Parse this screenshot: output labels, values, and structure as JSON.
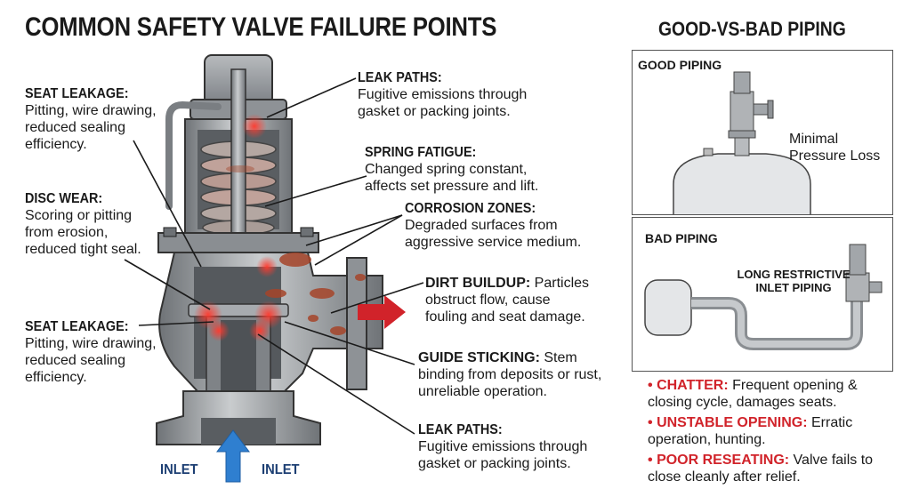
{
  "title": "COMMON SAFETY VALVE FAILURE POINTS",
  "labels": {
    "seat_leakage_top": {
      "heading": "SEAT LEAKAGE:",
      "desc": [
        "Pitting, wire drawing,",
        "reduced sealing",
        "efficiency."
      ]
    },
    "disc_wear": {
      "heading": "DISC WEAR:",
      "desc": [
        "Scoring or pitting",
        "from erosion,",
        "reduced tight seal."
      ]
    },
    "seat_leakage_bottom": {
      "heading": "SEAT LEAKAGE:",
      "desc": [
        "Pitting, wire drawing,",
        "reduced sealing",
        "efficiency."
      ]
    },
    "leak_paths_top": {
      "heading": "LEAK PATHS:",
      "desc": [
        "Fugitive emissions through",
        "gasket or packing joints."
      ]
    },
    "spring_fatigue": {
      "heading": "SPRING FATIGUE:",
      "desc": [
        "Changed spring constant,",
        "affects set pressure and lift."
      ]
    },
    "corrosion_zones": {
      "heading": "CORROSION ZONES:",
      "desc": [
        "Degraded surfaces from",
        "aggressive service medium."
      ]
    },
    "dirt_buildup": {
      "heading": "DIRT BUILDUP:",
      "desc": [
        " Particles",
        "obstruct flow, cause",
        "fouling and seat damage."
      ]
    },
    "guide_sticking": {
      "heading": "GUIDE STICKING:",
      "desc": [
        " Stem",
        "binding from deposits or rust,",
        "unreliable operation."
      ]
    },
    "leak_paths_bottom": {
      "heading": "LEAK PATHS:",
      "desc": [
        "Fugitive emissions through",
        "gasket or packing joints."
      ]
    }
  },
  "inlet_left": "INLET",
  "inlet_right": "INLET",
  "right_title": "GOOD-VS-BAD PIPING",
  "good_piping": {
    "heading": "GOOD PIPING",
    "note": [
      "Minimal",
      "Pressure Loss"
    ]
  },
  "bad_piping": {
    "heading": "BAD PIPING",
    "note": [
      "LONG RESTRICTIVE",
      "INLET PIPING"
    ]
  },
  "bullets": [
    {
      "heading": "CHATTER:",
      "text": " Frequent opening & closing cycle, damages seats."
    },
    {
      "heading": "UNSTABLE OPENING:",
      "text": " Erratic operation, hunting."
    },
    {
      "heading": "POOR RESEATING:",
      "text": " Valve fails to close cleanly after relief."
    }
  ],
  "colors": {
    "accent_red": "#d1232a",
    "arrow_blue": "#2f7fd0",
    "metal": "#9ea2a6",
    "rust": "#a6452a"
  }
}
